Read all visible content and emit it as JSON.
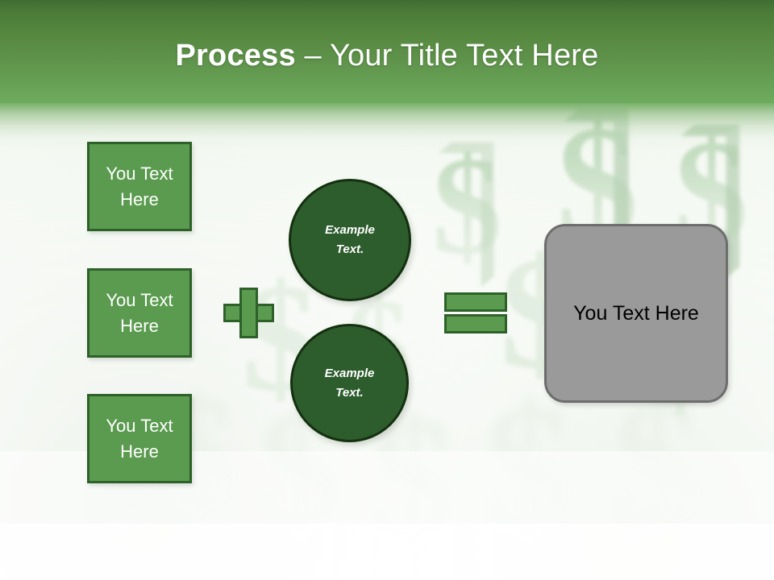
{
  "slide": {
    "title_strong": "Process",
    "title_rest": " – Your Title Text Here",
    "background_theme": "3d-dollar-signs"
  },
  "colors": {
    "header_top": "#3f6c31",
    "header_bottom": "#6fab5e",
    "box_fill": "#5a9b4f",
    "box_border": "#2e6129",
    "circle_fill": "#2d5c2d",
    "circle_border": "#14310f",
    "result_fill": "#9a9a9a",
    "result_border": "#6d6d6d",
    "title_text": "#ffffff",
    "result_text": "#000000",
    "background": "#ffffff"
  },
  "inputs": {
    "boxes": [
      {
        "label": "You Text\nHere"
      },
      {
        "label": "You Text\nHere"
      },
      {
        "label": "You Text\nHere"
      }
    ]
  },
  "operators": {
    "plus": "+",
    "equals": "="
  },
  "circles": [
    {
      "label": "Example\nText."
    },
    {
      "label": "Example\nText."
    }
  ],
  "result": {
    "label": "You Text Here"
  }
}
